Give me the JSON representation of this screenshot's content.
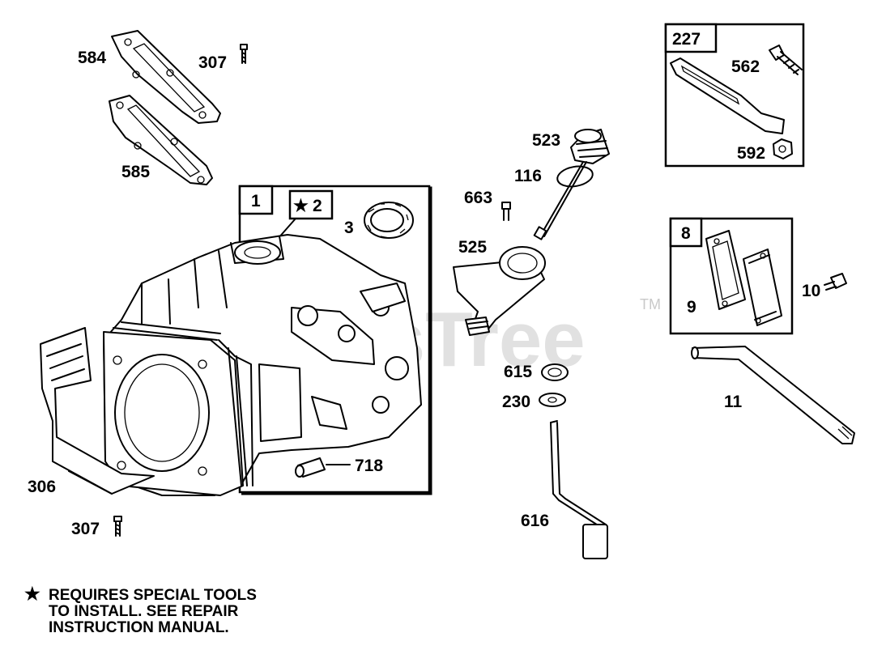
{
  "diagram": {
    "callouts": {
      "p584": "584",
      "p307_top": "307",
      "p585": "585",
      "p1": "1",
      "p2": "2",
      "p3": "3",
      "p306": "306",
      "p307_bottom": "307",
      "p718": "718",
      "p523": "523",
      "p116": "116",
      "p663": "663",
      "p525": "525",
      "p615": "615",
      "p230": "230",
      "p616": "616",
      "p227": "227",
      "p562": "562",
      "p592": "592",
      "p8": "8",
      "p9": "9",
      "p10": "10",
      "p11": "11"
    },
    "star_symbol": "★",
    "watermark": "PartsTree",
    "watermark_tm": "TM",
    "note": {
      "star": "★",
      "line1": "REQUIRES SPECIAL TOOLS",
      "line2": "TO INSTALL.  SEE REPAIR",
      "line3": "INSTRUCTION MANUAL."
    }
  }
}
